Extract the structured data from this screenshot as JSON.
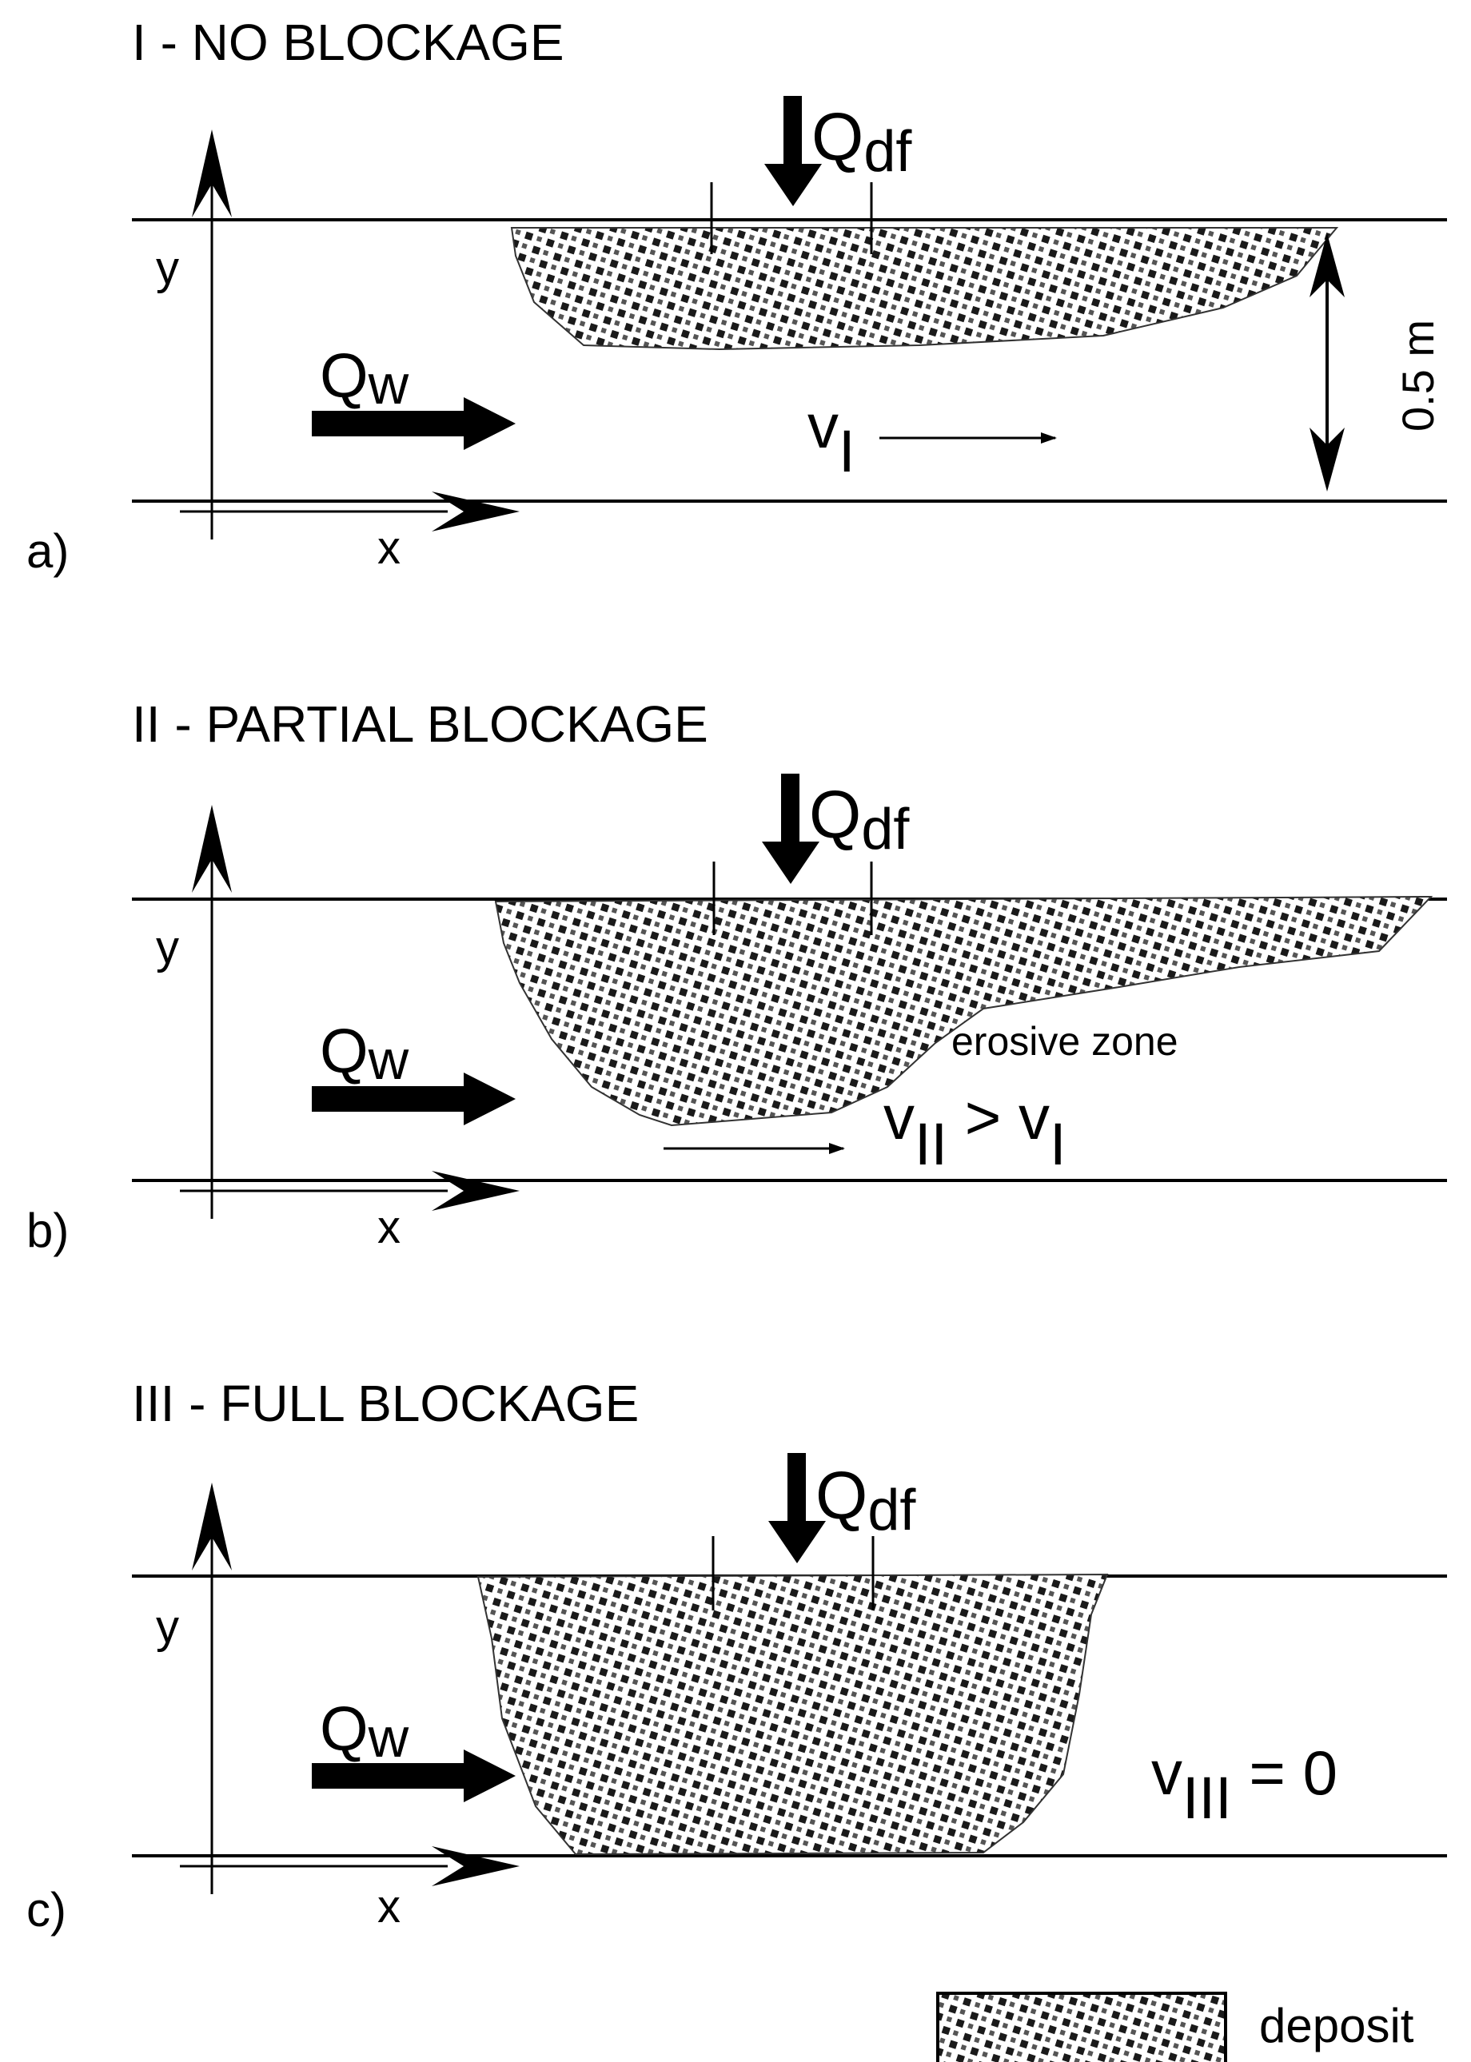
{
  "panels": [
    {
      "title": "I - NO BLOCKAGE",
      "letter": "a)",
      "y_label": "y",
      "x_label": "x",
      "qdf": {
        "main": "Q",
        "sub": "df"
      },
      "qw": {
        "main": "Q",
        "sub": "w"
      },
      "velocity": {
        "main": "v",
        "sub": "I",
        "rest": ""
      },
      "depth_label": "0.5 m",
      "note": ""
    },
    {
      "title": "II - PARTIAL BLOCKAGE",
      "letter": "b)",
      "y_label": "y",
      "x_label": "x",
      "qdf": {
        "main": "Q",
        "sub": "df"
      },
      "qw": {
        "main": "Q",
        "sub": "w"
      },
      "velocity": {
        "main": "v",
        "sub": "II",
        "rest": " > v",
        "rest_sub": "I"
      },
      "note": "erosive zone"
    },
    {
      "title": "III - FULL BLOCKAGE",
      "letter": "c)",
      "y_label": "y",
      "x_label": "x",
      "qdf": {
        "main": "Q",
        "sub": "df"
      },
      "qw": {
        "main": "Q",
        "sub": "w"
      },
      "velocity": {
        "main": "v",
        "sub": "III",
        "rest": " = 0"
      },
      "note": ""
    }
  ],
  "legend": {
    "label": "deposit"
  },
  "colors": {
    "ink": "#000000",
    "deposit_dot": "#1a1a1a",
    "background": "#ffffff"
  }
}
